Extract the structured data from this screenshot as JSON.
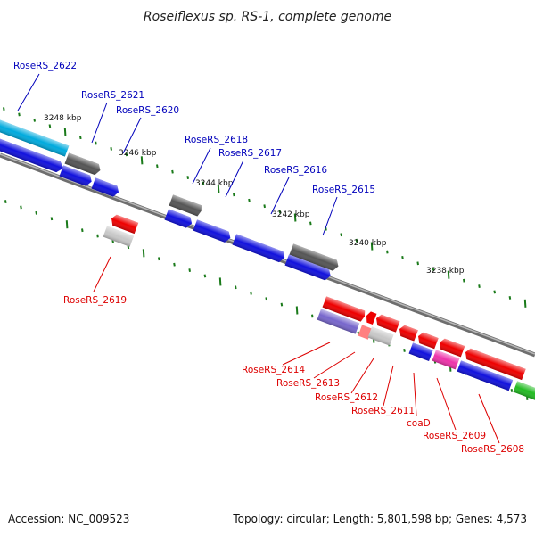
{
  "title": "Roseiflexus sp. RS-1, complete genome",
  "accession_text": "Accession: NC_009523",
  "topology_text": "Topology: circular; Length: 5,801,598 bp; Genes: 4,573",
  "colors": {
    "backbone": "#8a8a8a",
    "tick": "#1a7a1a",
    "label_forward": "#0000bb",
    "label_reverse": "#dd0000",
    "blue": "#1111dd",
    "cyan": "#00aadd",
    "dark_gray": "#555555",
    "light_gray": "#c8c8c8",
    "red": "#ee0000",
    "pink": "#ff9090",
    "lavender": "#7766cc",
    "magenta": "#ee33aa",
    "green": "#22bb22"
  },
  "tick_labels": [
    "3248 kbp",
    "3246 kbp",
    "3244 kbp",
    "3242 kbp",
    "3240 kbp",
    "3238 kbp"
  ],
  "forward_gene_labels": [
    "RoseRS_2622",
    "RoseRS_2621",
    "RoseRS_2620",
    "RoseRS_2618",
    "RoseRS_2617",
    "RoseRS_2616",
    "RoseRS_2615"
  ],
  "reverse_gene_labels": [
    "RoseRS_2619",
    "RoseRS_2614",
    "RoseRS_2613",
    "RoseRS_2612",
    "RoseRS_2611",
    "coaD",
    "RoseRS_2609",
    "RoseRS_2608"
  ]
}
